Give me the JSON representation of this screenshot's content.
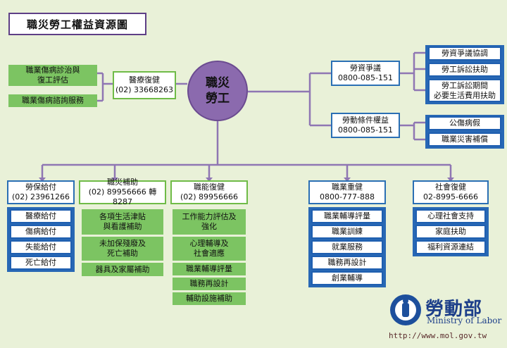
{
  "title": "職災勞工權益資源圖",
  "hub": {
    "line1": "職災",
    "line2": "勞工"
  },
  "medical": {
    "name": "醫療復健",
    "phone": "(02) 33668263",
    "items": [
      {
        "line1": "職業傷病診治與",
        "line2": "復工評估"
      },
      {
        "line1": "職業傷病諮詢服務",
        "line2": ""
      }
    ]
  },
  "dispute": {
    "name": "勞資爭議",
    "phone": "0800-085-151",
    "items": [
      {
        "line1": "勞資爭議協調",
        "line2": ""
      },
      {
        "line1": "勞工訴訟扶助",
        "line2": ""
      },
      {
        "line1": "勞工訴訟期間",
        "line2": "必要生活費用扶助"
      }
    ]
  },
  "conditions": {
    "name": "勞動條件權益",
    "phone": "0800-085-151",
    "items": [
      {
        "line1": "公傷病假",
        "line2": ""
      },
      {
        "line1": "職業災害補償",
        "line2": ""
      }
    ]
  },
  "categories": [
    {
      "name": "勞保給付",
      "phone": "(02) 23961266",
      "items": [
        {
          "line1": "醫療給付",
          "line2": ""
        },
        {
          "line1": "傷病給付",
          "line2": ""
        },
        {
          "line1": "失能給付",
          "line2": ""
        },
        {
          "line1": "死亡給付",
          "line2": ""
        }
      ]
    },
    {
      "name": "職災補助",
      "phone": "(02) 89956666 轉 8287",
      "items": [
        {
          "line1": "各項生活津貼",
          "line2": "與看護補助"
        },
        {
          "line1": "未加保殘廢及",
          "line2": "死亡補助"
        },
        {
          "line1": "器具及家屬補助",
          "line2": ""
        }
      ]
    },
    {
      "name": "職能復健",
      "phone": "(02) 89956666",
      "items": [
        {
          "line1": "工作能力評估及",
          "line2": "強化"
        },
        {
          "line1": "心理輔導及",
          "line2": "社會適應"
        },
        {
          "line1": "職業輔導評量",
          "line2": ""
        },
        {
          "line1": "職務再設計",
          "line2": ""
        },
        {
          "line1": "輔助設施補助",
          "line2": ""
        }
      ]
    },
    {
      "name": "職業重健",
      "phone": "0800-777-888",
      "items": [
        {
          "line1": "職業輔導評量",
          "line2": ""
        },
        {
          "line1": "職業訓練",
          "line2": ""
        },
        {
          "line1": "就業服務",
          "line2": ""
        },
        {
          "line1": "職務再設計",
          "line2": ""
        },
        {
          "line1": "創業輔導",
          "line2": ""
        }
      ]
    },
    {
      "name": "社會復健",
      "phone": "02-8995-6666",
      "items": [
        {
          "line1": "心理社會支持",
          "line2": ""
        },
        {
          "line1": "家庭扶助",
          "line2": ""
        },
        {
          "line1": "福利資源連結",
          "line2": ""
        }
      ]
    }
  ],
  "logo": {
    "name": "勞動部",
    "english": "Ministry of Labor",
    "url": "http://www.mol.gov.tw"
  },
  "colors": {
    "purple": "#8b6aae",
    "line": "#8f76b3",
    "blue": "#2a6fb4",
    "green": "#7cc462",
    "background": "#e9f1d8"
  }
}
